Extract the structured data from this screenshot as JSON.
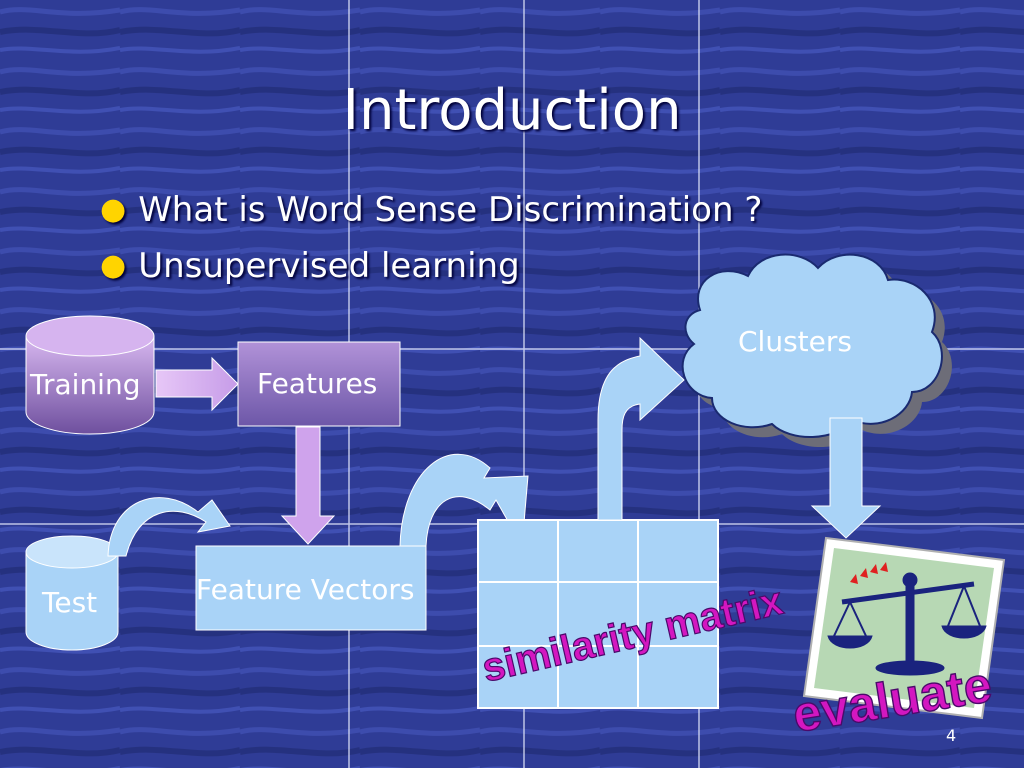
{
  "slide": {
    "title": "Introduction",
    "bullets": [
      "What is Word Sense Discrimination ?",
      "Unsupervised learning"
    ],
    "page_number": "4"
  },
  "diagram": {
    "training": "Training",
    "features": "Features",
    "test": "Test",
    "feature_vectors": "Feature Vectors",
    "clusters": "Clusters",
    "similarity_matrix": "similarity matrix",
    "evaluate": "evaluate"
  },
  "colors": {
    "background": "#2f3c96",
    "bullet_dot": "#ffd400",
    "light_blue": "#a9d3f7",
    "purple": "#8a6fbd",
    "magenta_text": "#d317c0"
  }
}
